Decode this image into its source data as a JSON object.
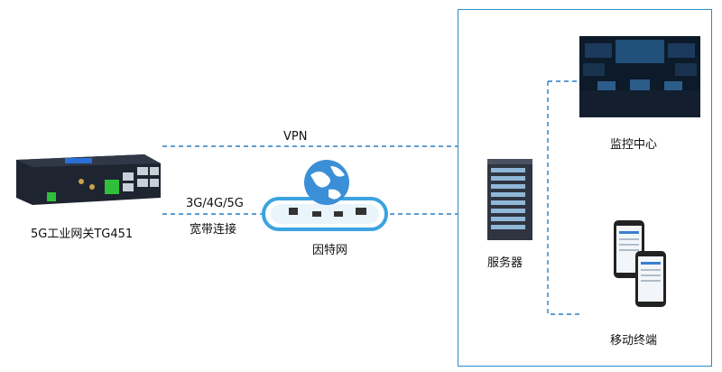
{
  "gateway": {
    "label": "5G工业网关TG451"
  },
  "links": {
    "vpn_label": "VPN",
    "cellular_label": "3G/4G/5G",
    "broadband_label": "宽带连接"
  },
  "internet": {
    "label": "因特网"
  },
  "server": {
    "label": "服务器"
  },
  "monitor_center": {
    "label": "监控中心"
  },
  "mobile": {
    "label": "移动终端"
  },
  "colors": {
    "frame": "#2a8fc8",
    "dash_line": "#2a7fc0",
    "cloud": "#3aa3e0",
    "device_body": "#1e2430",
    "port_green": "#2fbf3a",
    "screen_blue": "#1b3a5c"
  }
}
